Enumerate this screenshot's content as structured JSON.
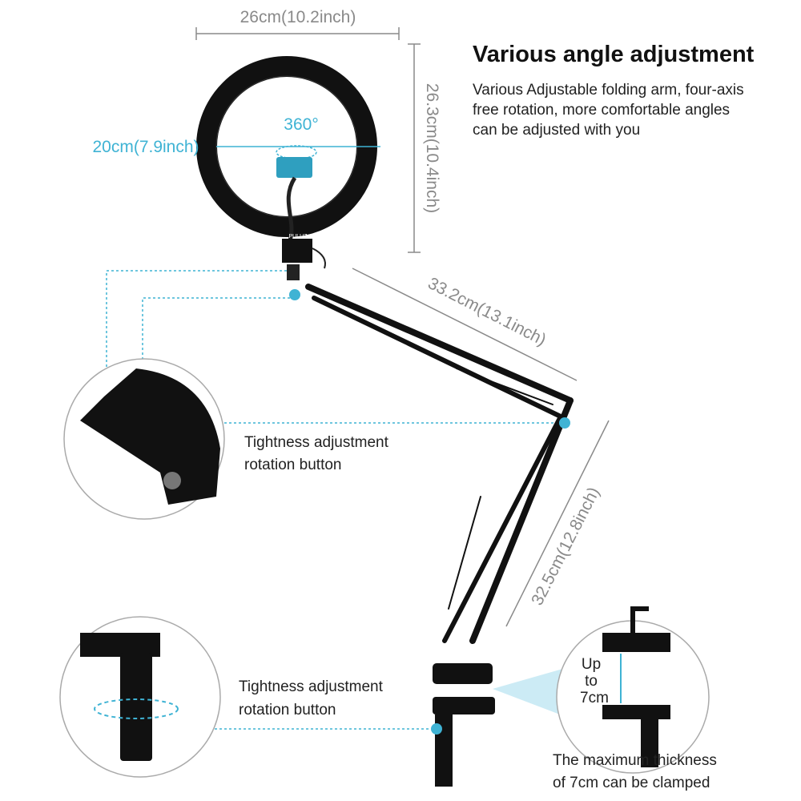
{
  "heading": "Various angle adjustment",
  "description": [
    "Various Adjustable folding arm, four-axis",
    "free rotation, more comfortable angles",
    "can be adjusted with you"
  ],
  "dimensions": {
    "ring_width": "26cm(10.2inch)",
    "ring_height": "26.3cm(10.4inch)",
    "ring_inner": "20cm(7.9inch)",
    "rotation": "360°",
    "upper_arm": "33.2cm(13.1inch)",
    "lower_arm": "32.5cm(12.8inch)"
  },
  "callouts": {
    "top_button": [
      "Tightness adjustment",
      "rotation button"
    ],
    "bottom_button": [
      "Tightness adjustment",
      "rotation button"
    ],
    "clamp_gap": [
      "Up",
      "to",
      "7cm"
    ],
    "clamp_caption": [
      "The maximum thickness",
      "of 7cm can be clamped"
    ]
  },
  "logo": "PULUZ",
  "colors": {
    "accent": "#3fb3d4",
    "dimension": "#8a8a8a",
    "product": "#111111"
  }
}
